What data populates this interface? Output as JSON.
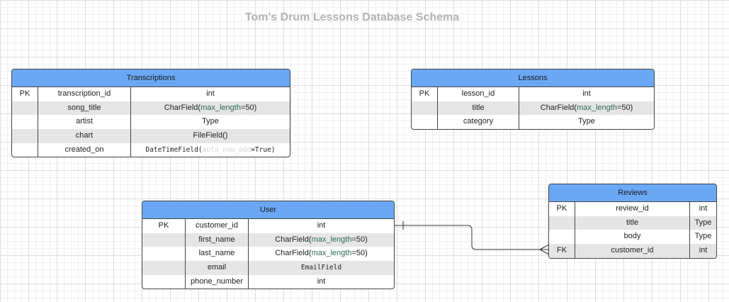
{
  "title": "Tom's Drum Lessons Database Schema",
  "tables": {
    "transcriptions": {
      "name": "Transcriptions",
      "rows": [
        {
          "key": "PK",
          "field": "transcription_id",
          "type": "int"
        },
        {
          "key": "",
          "field": "song_title",
          "type_prefix": "CharField(",
          "type_kw": "max_length",
          "type_suffix": "=50)"
        },
        {
          "key": "",
          "field": "artist",
          "type": "Type"
        },
        {
          "key": "",
          "field": "chart",
          "type": "FileField()"
        },
        {
          "key": "",
          "field": "created_on",
          "type_prefix": "DateTimeField(",
          "type_kw": "auto_now_add",
          "type_suffix": "=True)"
        }
      ]
    },
    "lessons": {
      "name": "Lessons",
      "rows": [
        {
          "key": "PK",
          "field": "lesson_id",
          "type": "int"
        },
        {
          "key": "",
          "field": "title",
          "type_prefix": "CharField(",
          "type_kw": "max_length",
          "type_suffix": "=50)"
        },
        {
          "key": "",
          "field": "category",
          "type": "Type"
        }
      ]
    },
    "user": {
      "name": "User",
      "rows": [
        {
          "key": "PK",
          "field": "customer_id",
          "type": "int"
        },
        {
          "key": "",
          "field": "first_name",
          "type_prefix": "CharField(",
          "type_kw": "max_length",
          "type_suffix": "=50)"
        },
        {
          "key": "",
          "field": "last_name",
          "type_prefix": "CharField(",
          "type_kw": "max_length",
          "type_suffix": "=50)"
        },
        {
          "key": "",
          "field": "email",
          "type": "EmailField"
        },
        {
          "key": "",
          "field": "phone_number",
          "type": "int"
        }
      ]
    },
    "reviews": {
      "name": "Reviews",
      "rows": [
        {
          "key": "PK",
          "field": "review_id",
          "type": "int"
        },
        {
          "key": "",
          "field": "title",
          "type": "Type"
        },
        {
          "key": "",
          "field": "body",
          "type": "Type"
        },
        {
          "key": "FK",
          "field": "customer_id",
          "type": "int"
        }
      ]
    }
  }
}
